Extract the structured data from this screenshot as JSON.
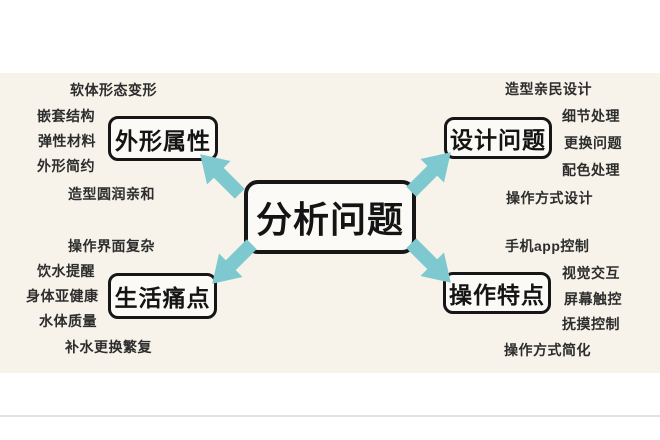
{
  "diagram": {
    "center": {
      "label": "分析问题"
    },
    "nodes": [
      {
        "position": "top-left",
        "label": "外形属性",
        "items": [
          "软体形态变形",
          "嵌套结构",
          "弹性材料",
          "外形简约",
          "造型圆润亲和"
        ]
      },
      {
        "position": "top-right",
        "label": "设计问题",
        "items": [
          "造型亲民设计",
          "细节处理",
          "更换问题",
          "配色处理",
          "操作方式设计"
        ]
      },
      {
        "position": "bottom-left",
        "label": "生活痛点",
        "items": [
          "操作界面复杂",
          "饮水提醒",
          "身体亚健康",
          "水体质量",
          "补水更换繁复"
        ]
      },
      {
        "position": "bottom-right",
        "label": "操作特点",
        "items": [
          "手机app控制",
          "视觉交互",
          "屏幕触控",
          "抚摸控制",
          "操作方式简化"
        ]
      }
    ],
    "colors": {
      "arrow": "#7ec9cf",
      "box_border": "#161616",
      "paper_background": "#f7f3ea",
      "page_background": "#ffffff",
      "text": "#2d2d2d",
      "divider": "#e2e2e2"
    }
  }
}
